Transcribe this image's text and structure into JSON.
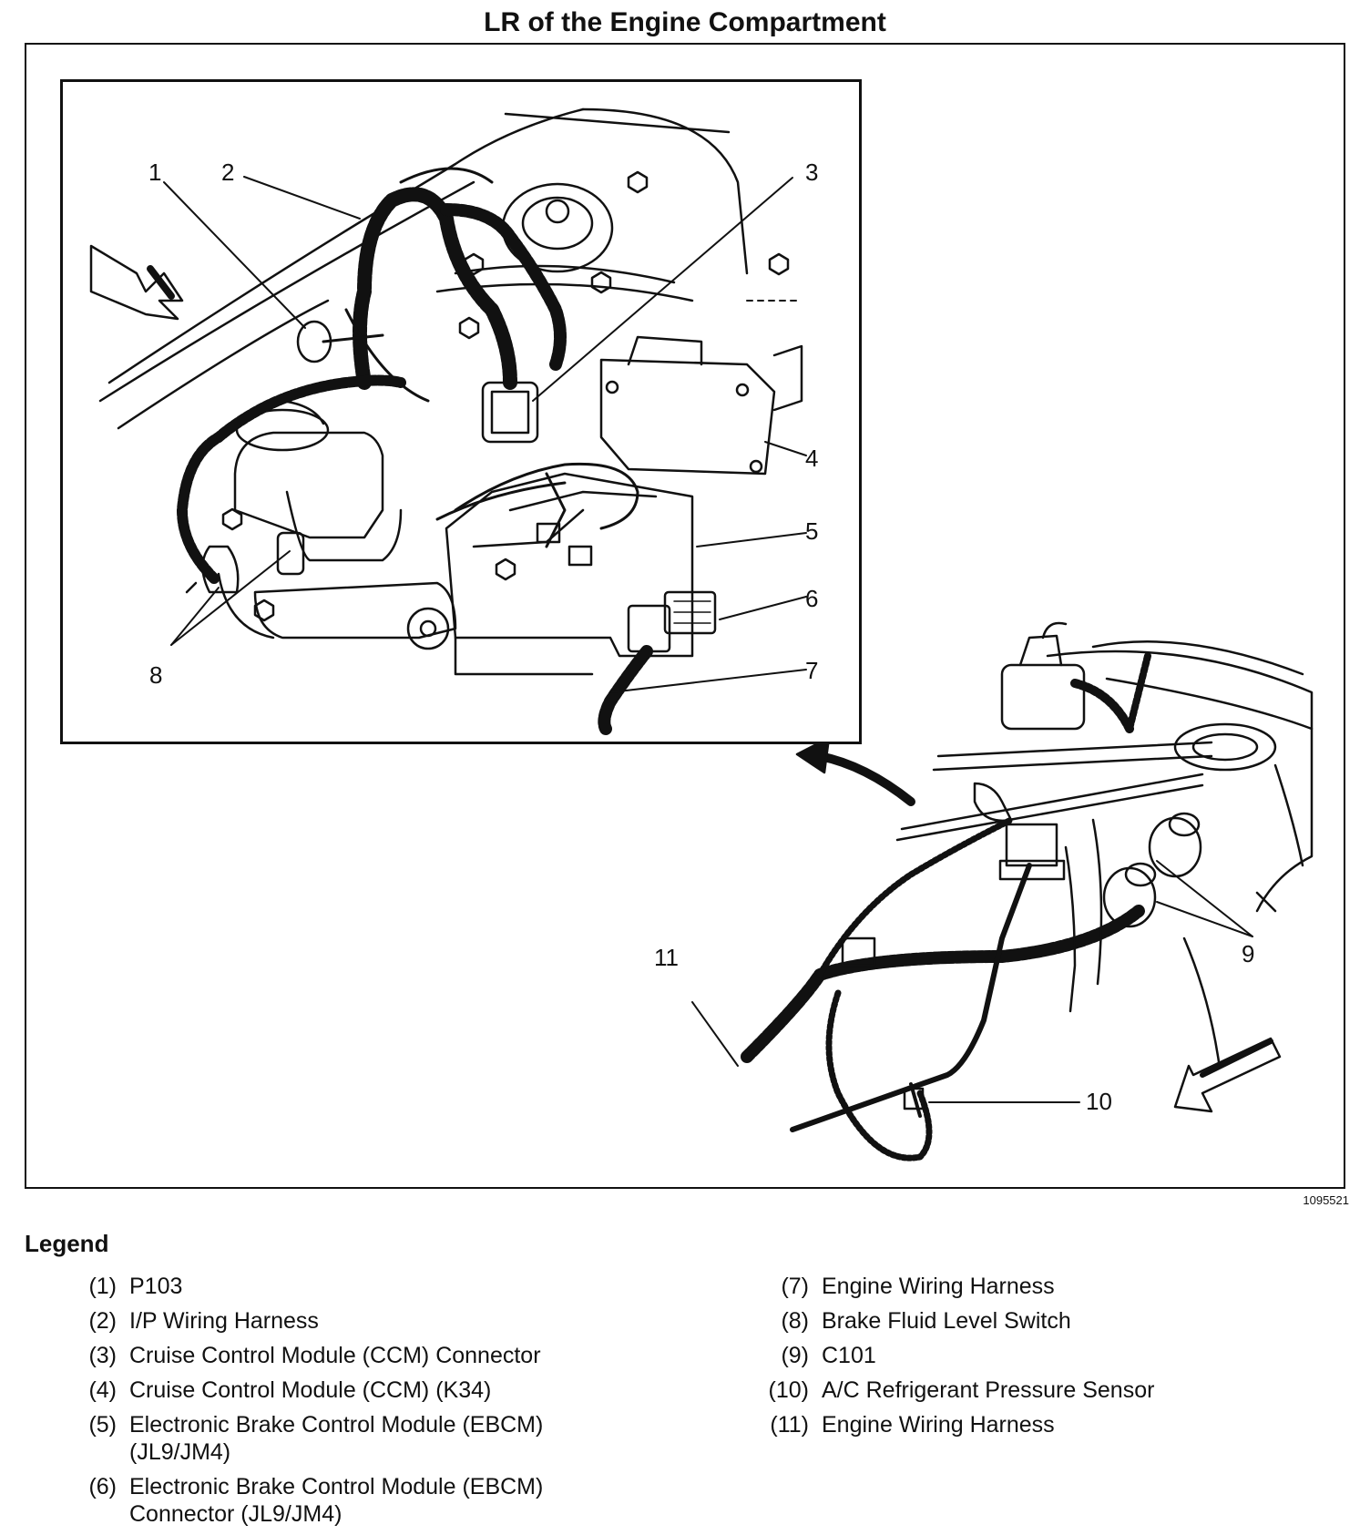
{
  "page_title": "LR of the Engine Compartment",
  "figure_number": "1095521",
  "callouts": [
    "1",
    "2",
    "3",
    "4",
    "5",
    "6",
    "7",
    "8",
    "9",
    "10",
    "11"
  ],
  "legend": {
    "title": "Legend",
    "left_items": [
      {
        "num": "(1)",
        "text": "P103"
      },
      {
        "num": "(2)",
        "text": "I/P Wiring Harness"
      },
      {
        "num": "(3)",
        "text": "Cruise Control Module (CCM) Connector"
      },
      {
        "num": "(4)",
        "text": "Cruise Control Module (CCM) (K34)"
      },
      {
        "num": "(5)",
        "text": "Electronic Brake Control Module (EBCM) (JL9/JM4)"
      },
      {
        "num": "(6)",
        "text": "Electronic Brake Control Module (EBCM) Connector (JL9/JM4)"
      }
    ],
    "right_items": [
      {
        "num": "(7)",
        "text": "Engine Wiring Harness"
      },
      {
        "num": "(8)",
        "text": "Brake Fluid Level Switch"
      },
      {
        "num": "(9)",
        "text": "C101"
      },
      {
        "num": "(10)",
        "text": "A/C Refrigerant Pressure Sensor"
      },
      {
        "num": "(11)",
        "text": "Engine Wiring Harness"
      }
    ]
  }
}
